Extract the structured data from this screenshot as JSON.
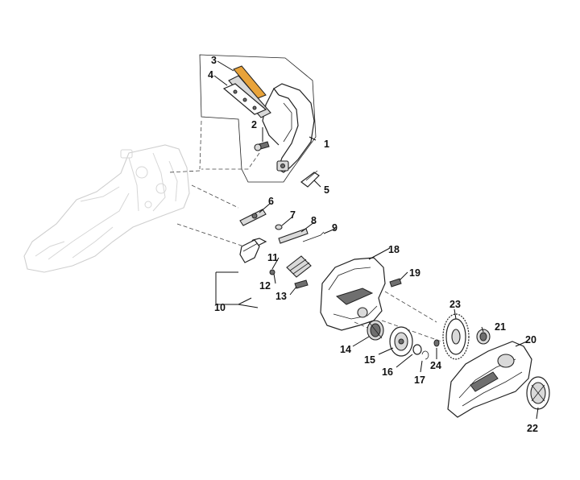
{
  "parts": {
    "p1": "1",
    "p2": "2",
    "p3": "3",
    "p4": "4",
    "p5": "5",
    "p6": "6",
    "p7": "7",
    "p8": "8",
    "p9": "9",
    "p10": "10",
    "p11": "11",
    "p12": "12",
    "p13": "13",
    "p14": "14",
    "p15": "15",
    "p16": "16",
    "p17": "17",
    "p18": "18",
    "p19": "19",
    "p20": "20",
    "p21": "21",
    "p22": "22",
    "p23": "23",
    "p24": "24"
  },
  "colors": {
    "line": "#222222",
    "faint": "#cfcfcf",
    "highlight": "#e8a33a"
  }
}
